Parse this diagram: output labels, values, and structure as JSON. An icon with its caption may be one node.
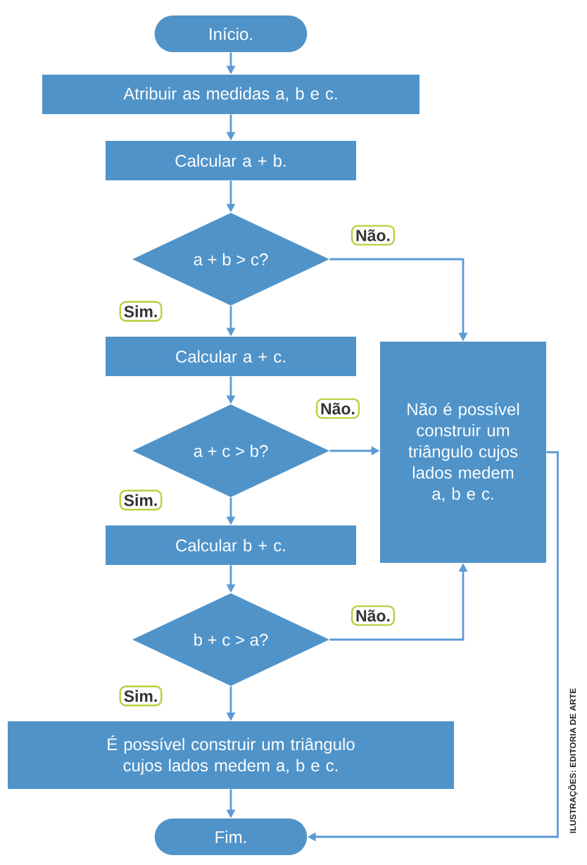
{
  "diagram": {
    "nodes": [
      {
        "text": [
          "Início."
        ]
      },
      {
        "text": [
          "Atribuir as medidas a, b e c."
        ]
      },
      {
        "text": [
          "Calcular a + b."
        ]
      },
      {
        "text": [
          "a + b > c?"
        ]
      },
      {
        "text": [
          "Calcular a + c."
        ]
      },
      {
        "text": [
          "a + c > b?"
        ]
      },
      {
        "text": [
          "Calcular b + c."
        ]
      },
      {
        "text": [
          "b + c > a?"
        ]
      },
      {
        "text": [
          "É possível construir um triângulo cujos lados medem a, b e c."
        ]
      },
      {
        "text": [
          "Fim."
        ]
      },
      {
        "text": [
          "Não é possível construir um triângulo cujos lados medem a, b e c."
        ]
      }
    ],
    "edges": [
      {
        "from": 0,
        "to": 1,
        "arrow": "to"
      },
      {
        "from": 1,
        "to": 2,
        "arrow": "to"
      },
      {
        "from": 2,
        "to": 3,
        "arrow": "to"
      },
      {
        "from": 3,
        "to": 4,
        "arrow": "to",
        "label": "Sim."
      },
      {
        "from": 4,
        "to": 5,
        "arrow": "to"
      },
      {
        "from": 5,
        "to": 6,
        "arrow": "to",
        "label": "Sim."
      },
      {
        "from": 6,
        "to": 7,
        "arrow": "to"
      },
      {
        "from": 7,
        "to": 8,
        "arrow": "to",
        "label": "Sim."
      },
      {
        "from": 8,
        "to": 9,
        "arrow": "to"
      },
      {
        "from": 3,
        "to": 10,
        "arrow": "to",
        "label": "Não."
      },
      {
        "from": 5,
        "to": 10,
        "arrow": "to",
        "label": "Não."
      },
      {
        "from": 7,
        "to": 10,
        "arrow": "to",
        "label": "Não."
      },
      {
        "from": 10,
        "to": 9,
        "arrow": "to"
      }
    ],
    "labels": [
      "ILUSTRAÇÕES: EDITORIA DE ARTE"
    ]
  }
}
